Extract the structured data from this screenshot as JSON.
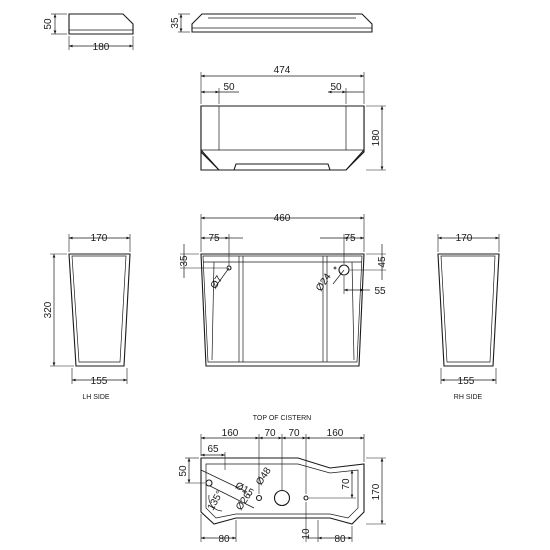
{
  "dimensions": {
    "top_left_height": "50",
    "top_left_width": "180",
    "top_right_height": "35",
    "lid_width": "474",
    "lid_inset_left": "50",
    "lid_inset_right": "50",
    "lid_depth": "180",
    "front_width": "460",
    "front_inset_left": "75",
    "front_inset_right": "75",
    "front_top_offset": "35",
    "front_hole_left": "Ø7",
    "front_hole_right": "Ø24",
    "front_hole_height": "45",
    "front_hole_offset": "55",
    "side_left_top_width": "170",
    "side_left_height": "320",
    "side_left_base_width": "155",
    "side_right_top_width": "170",
    "side_right_base_width": "155",
    "plan_left": "160",
    "plan_centre_left": "70",
    "plan_centre_right": "70",
    "plan_right": "160",
    "plan_offset": "65",
    "plan_left_depth": "50",
    "plan_hole_15": "Ø15",
    "plan_hole_26": "Ø26",
    "plan_hole_48": "Ø48",
    "plan_angle": "135°",
    "plan_hole_depth": "70",
    "plan_depth": "170",
    "plan_bottom_left": "80",
    "plan_bottom_gap": "10",
    "plan_bottom_right": "80"
  },
  "captions": {
    "lh_side": "LH SIDE",
    "rh_side": "RH SIDE",
    "top_of_cistern": "TOP OF CISTERN"
  }
}
